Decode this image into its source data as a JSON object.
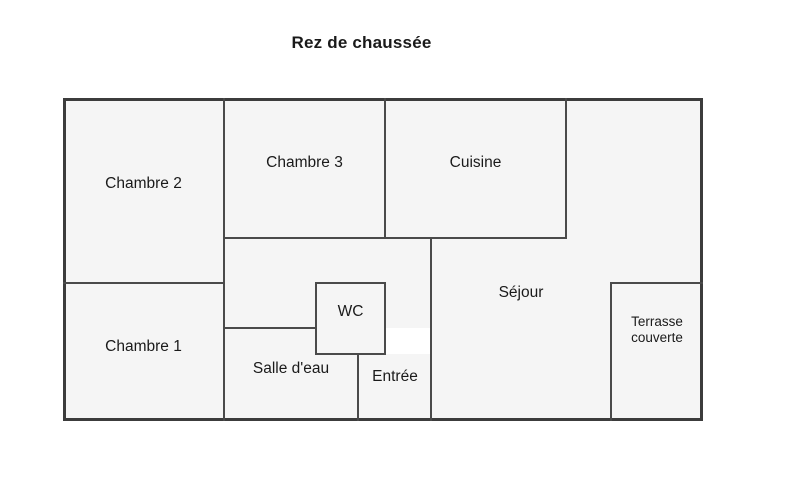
{
  "page": {
    "title": "Rez de chaussée",
    "background_color": "#ffffff"
  },
  "floorplan": {
    "name": "rez-de-chaussee-floorplan",
    "wall_color": "#4a4a4a",
    "room_fill_color": "#f5f5f5",
    "text_color": "#1a1a1a",
    "rooms": [
      {
        "id": "chambre-2",
        "label": "Chambre 2"
      },
      {
        "id": "chambre-3",
        "label": "Chambre 3"
      },
      {
        "id": "cuisine",
        "label": "Cuisine"
      },
      {
        "id": "sejour",
        "label": "Séjour"
      },
      {
        "id": "chambre-1",
        "label": "Chambre 1"
      },
      {
        "id": "wc",
        "label": "WC"
      },
      {
        "id": "salle-deau",
        "label": "Salle d'eau"
      },
      {
        "id": "entree",
        "label": "Entrée"
      },
      {
        "id": "terrasse-couverte",
        "label": "Terrasse\ncouverte"
      },
      {
        "id": "couloir",
        "label": ""
      },
      {
        "id": "degagement-nord",
        "label": ""
      }
    ]
  }
}
